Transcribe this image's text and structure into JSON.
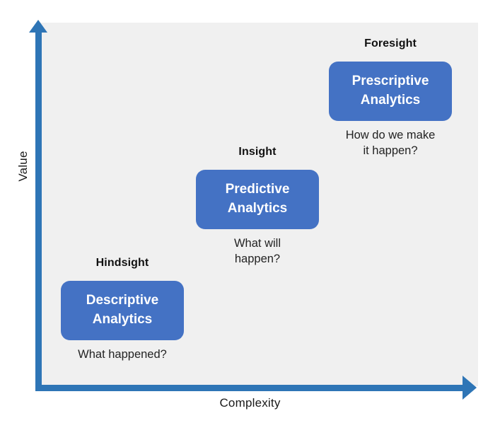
{
  "diagram": {
    "background_color": "#f0f0f0",
    "axis_color": "#2e75b6",
    "box_color": "#4472c4",
    "box_text_color": "#ffffff",
    "axes": {
      "y_title": "Value",
      "x_title": "Complexity",
      "y_arrow_icon": "arrow-up-icon",
      "x_arrow_icon": "arrow-right-icon"
    },
    "stages": [
      {
        "key": "hindsight",
        "heading": "Hindsight",
        "box_line1": "Descriptive",
        "box_line2": "Analytics",
        "caption_line1": "What happened?",
        "caption_line2": ""
      },
      {
        "key": "insight",
        "heading": "Insight",
        "box_line1": "Predictive",
        "box_line2": "Analytics",
        "caption_line1": "What will",
        "caption_line2": "happen?"
      },
      {
        "key": "foresight",
        "heading": "Foresight",
        "box_line1": "Prescriptive",
        "box_line2": "Analytics",
        "caption_line1": "How do we make",
        "caption_line2": "it happen?"
      }
    ]
  }
}
